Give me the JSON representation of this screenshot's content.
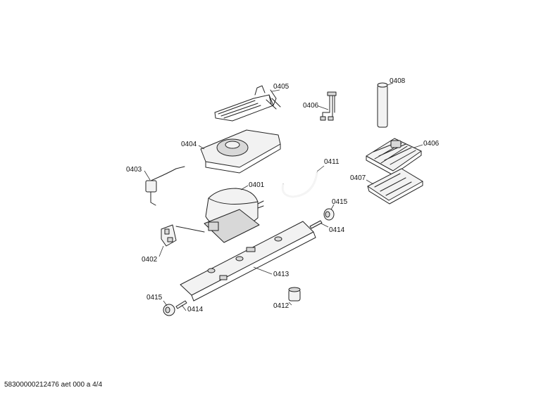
{
  "callouts": {
    "c0405": "0405",
    "c0406a": "0406",
    "c0408": "0408",
    "c0406b": "0406",
    "c0404": "0404",
    "c0411": "0411",
    "c0403": "0403",
    "c0407": "0407",
    "c0401": "0401",
    "c0415a": "0415",
    "c0414a": "0414",
    "c0402": "0402",
    "c0413": "0413",
    "c0415b": "0415",
    "c0414b": "0414",
    "c0412": "0412"
  },
  "footer": "58300000212476 aet 000 a 4/4"
}
